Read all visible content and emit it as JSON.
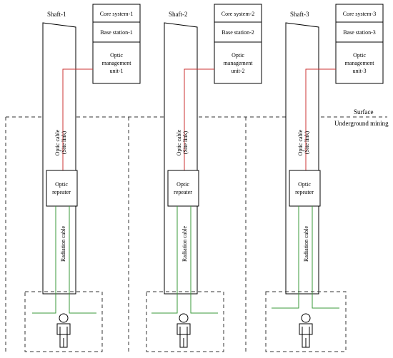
{
  "zones": {
    "surface_label": "Surface",
    "underground_label": "Underground mining"
  },
  "colors": {
    "line": "#000000",
    "optic_cable": "#cc3333",
    "radiation_cable": "#3a9a3a",
    "dash": "#333333"
  },
  "shafts": [
    {
      "title": "Shaft-1",
      "core_system": "Core system-1",
      "base_station": "Base station-1",
      "omu_lines": [
        "Optic",
        "management",
        "unit-1"
      ],
      "optic_cable_lines": [
        "Optic cable",
        "(Site link)"
      ],
      "repeater_lines": [
        "Optic",
        "repeater"
      ],
      "radiation_cable": "Radiation cable"
    },
    {
      "title": "Shaft-2",
      "core_system": "Core system-2",
      "base_station": "Base station-2",
      "omu_lines": [
        "Optic",
        "management",
        "unit-2"
      ],
      "optic_cable_lines": [
        "Optic cable",
        "(Site link)"
      ],
      "repeater_lines": [
        "Optic",
        "repeater"
      ],
      "radiation_cable": "Radiation cable"
    },
    {
      "title": "Shaft-3",
      "core_system": "Core system-3",
      "base_station": "Base station-3",
      "omu_lines": [
        "Optic",
        "management",
        "unit-3"
      ],
      "optic_cable_lines": [
        "Optic cable",
        "(Site link)"
      ],
      "repeater_lines": [
        "Optic",
        "repeater"
      ],
      "radiation_cable": "Radiation cable"
    }
  ]
}
